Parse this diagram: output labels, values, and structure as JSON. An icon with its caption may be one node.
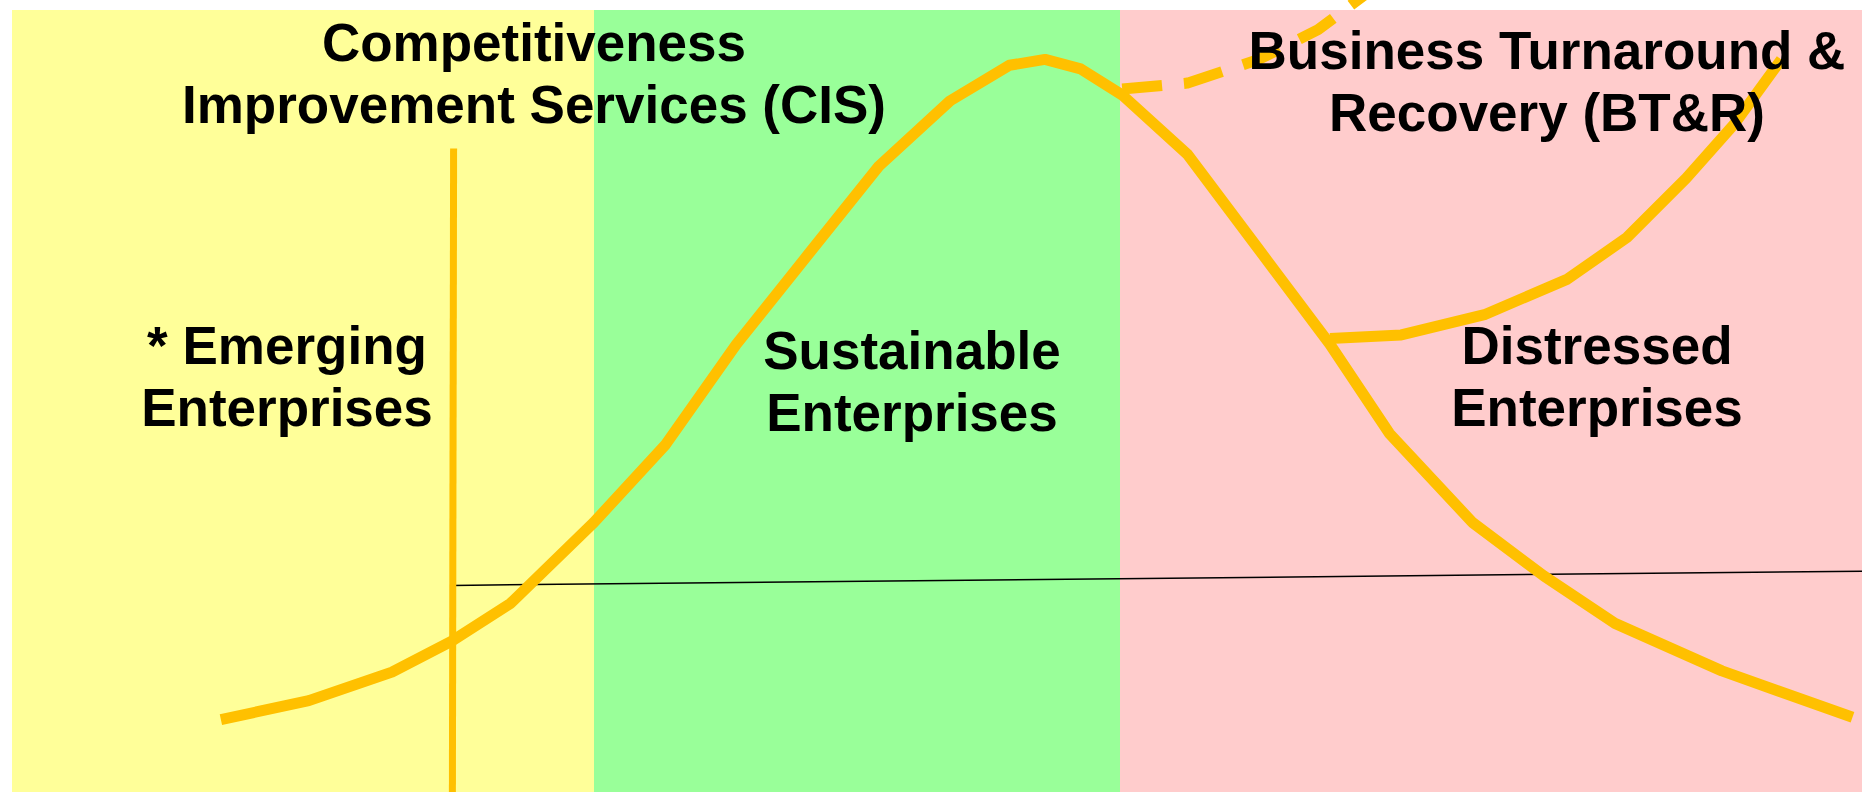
{
  "diagram": {
    "nodes": [
      {
        "text": [
          "* Emerging Enterprises"
        ]
      },
      {
        "text": [
          "Sustainable Enterprises"
        ]
      },
      {
        "text": [
          "Distressed Enterprises"
        ]
      }
    ],
    "labels": [
      "Competitiveness Improvement Services (CIS)",
      "Business Turnaround & Recovery (BT&R)"
    ]
  }
}
